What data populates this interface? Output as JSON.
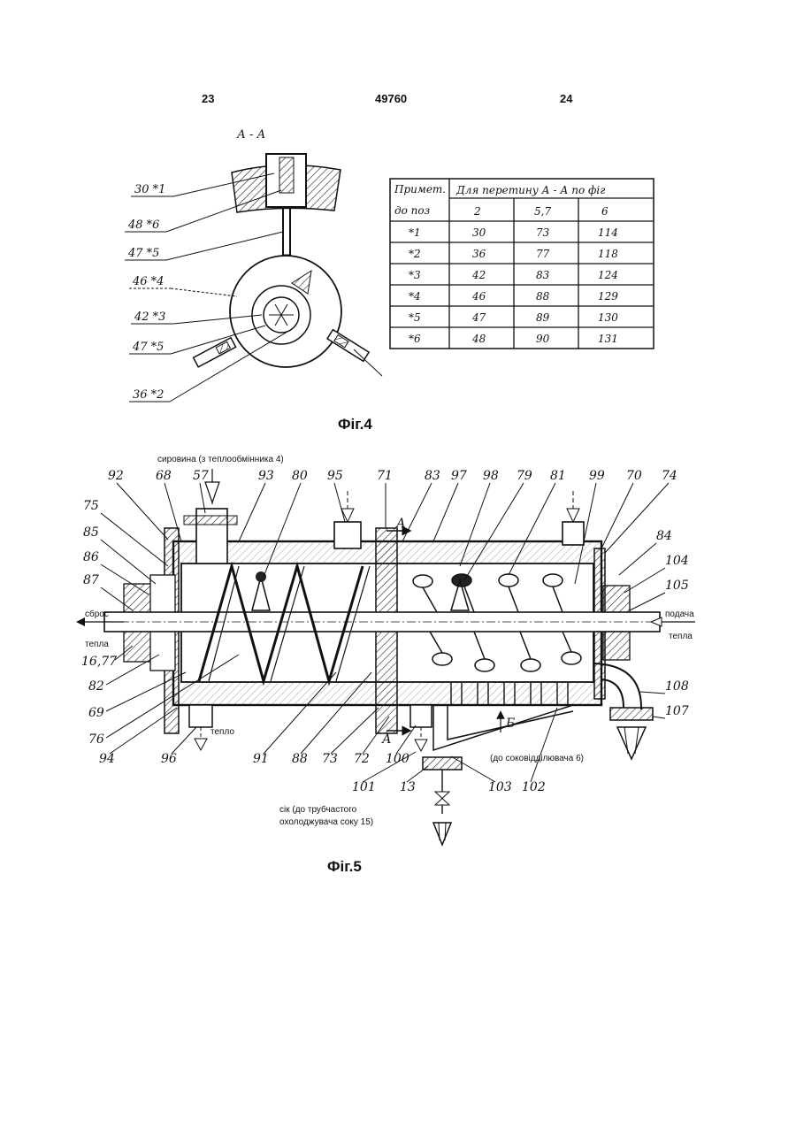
{
  "header": {
    "page_left": "23",
    "doc_number": "49760",
    "page_right": "24"
  },
  "fig4": {
    "caption": "Фіг.4",
    "section_label": "А - А",
    "callouts": [
      "30 *1",
      "48 *6",
      "47 *5",
      "46 *4",
      "42 *3",
      "47 *5",
      "36 *2"
    ],
    "table": {
      "col0_header": [
        "Примет.",
        "до поз"
      ],
      "group_header": "Для перетину А - А по фіг",
      "sub_headers": [
        "2",
        "5,7",
        "6"
      ],
      "rows": [
        [
          "*1",
          "30",
          "73",
          "114"
        ],
        [
          "*2",
          "36",
          "77",
          "118"
        ],
        [
          "*3",
          "42",
          "83",
          "124"
        ],
        [
          "*4",
          "46",
          "88",
          "129"
        ],
        [
          "*5",
          "47",
          "89",
          "130"
        ],
        [
          "*6",
          "48",
          "90",
          "131"
        ]
      ]
    }
  },
  "fig5": {
    "caption": "Фіг.5",
    "labels": {
      "raw_input": "сировина (з теплообмінника 4)",
      "discharge": "сброс",
      "heat_left": "тепла",
      "heat_supply": "подача",
      "heat_right": "тепла",
      "heat_bottom": "тепло",
      "to_separator": "(до соковідділювача 6)",
      "juice_out_1": "сік (до трубчастого",
      "juice_out_2": "охолоджувача соку 15)",
      "section_mark_top": "А",
      "section_mark_bottom": "А",
      "view_mark": "Б"
    },
    "numbers_top": [
      "92",
      "68",
      "57",
      "93",
      "80",
      "95",
      "71",
      "83",
      "97",
      "98",
      "79",
      "81",
      "99",
      "70",
      "74"
    ],
    "numbers_left": [
      "75",
      "85",
      "86",
      "87",
      "16,77",
      "82",
      "69",
      "76"
    ],
    "numbers_right": [
      "84",
      "104",
      "105",
      "108",
      "107"
    ],
    "numbers_bottom": [
      "94",
      "96",
      "91",
      "88",
      "73",
      "72",
      "100",
      "101",
      "13",
      "103",
      "102"
    ]
  }
}
